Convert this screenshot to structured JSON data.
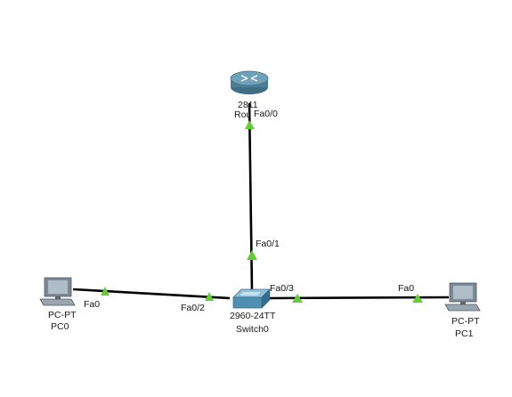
{
  "colors": {
    "canvas": "#ffffff",
    "link": "#000000",
    "link_up_indicator": "#66cc33",
    "router_body": "#5d8ea6",
    "switch_body": "#4f8fb0",
    "pc_monitor": "#7d8a94",
    "pc_screen": "#aebdc7"
  },
  "devices": {
    "router": {
      "model": "2811",
      "name": "Rou",
      "port": "Fa0/0",
      "icon": "router-icon"
    },
    "switch": {
      "model": "2960-24TT",
      "name": "Switch0",
      "ports": {
        "to_router": "Fa0/1",
        "to_pc0": "Fa0/2",
        "to_pc1": "Fa0/3"
      },
      "icon": "switch-icon"
    },
    "pc0": {
      "model": "PC-PT",
      "name": "PC0",
      "port": "Fa0",
      "icon": "pc-icon"
    },
    "pc1": {
      "model": "PC-PT",
      "name": "PC1",
      "port": "Fa0",
      "icon": "pc-icon"
    }
  },
  "links": [
    {
      "from": "router",
      "to": "switch",
      "status": "up"
    },
    {
      "from": "pc0",
      "to": "switch",
      "status": "up"
    },
    {
      "from": "switch",
      "to": "pc1",
      "status": "up"
    }
  ]
}
